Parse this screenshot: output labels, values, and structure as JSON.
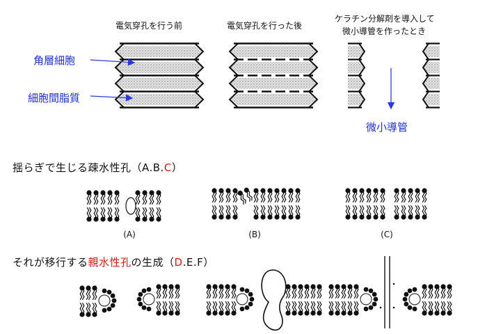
{
  "panel_top": {
    "captions": {
      "before": "電気穿孔を行う前",
      "after": "電気穿孔を行った後",
      "keratin_line1": "ケラチン分解剤を導入して",
      "keratin_line2": "微小導管を作ったとき"
    },
    "labels": {
      "corneocyte": "角層細胞",
      "intercellular_lipid": "細胞間脂質",
      "microconduit": "微小導管"
    }
  },
  "section_hydrophobic": {
    "title_prefix": "揺らぎで生じる疎水性孔（A.B.",
    "title_highlight": "C",
    "title_suffix": "）",
    "sublabels": [
      "(A)",
      "(B)",
      "(C)"
    ]
  },
  "section_hydrophilic": {
    "title_prefix": "それが移行する",
    "title_highlight1": "親水性孔",
    "title_middle": "の生成（",
    "title_highlight2": "D",
    "title_suffix": ".E.F）"
  },
  "colors": {
    "label_blue": "#1f2fd0",
    "highlight_red": "#d81818",
    "cell_fill": "#d8d8d8",
    "line_dark": "#111111"
  }
}
